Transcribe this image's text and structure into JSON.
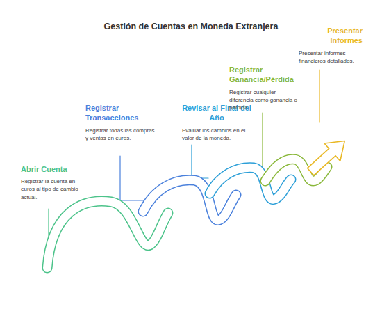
{
  "diagram": {
    "title": "Gestión de Cuentas en Moneda Extranjera",
    "nodes": [
      {
        "text": [
          "Abrir Cuenta",
          "Registrar la cuenta en euros al tipo de cambio actual."
        ]
      },
      {
        "text": [
          "Registrar Transacciones",
          "Registrar todas las compras y ventas en euros."
        ]
      },
      {
        "text": [
          "Revisar al Final del Año",
          "Evaluar los cambios en el valor de la moneda."
        ]
      },
      {
        "text": [
          "Registrar Ganancia/Pérdida",
          "Registrar cualquier diferencia como ganancia o pérdida."
        ]
      },
      {
        "text": [
          "Presentar Informes",
          "Presentar informes financieros detallados."
        ]
      }
    ]
  }
}
